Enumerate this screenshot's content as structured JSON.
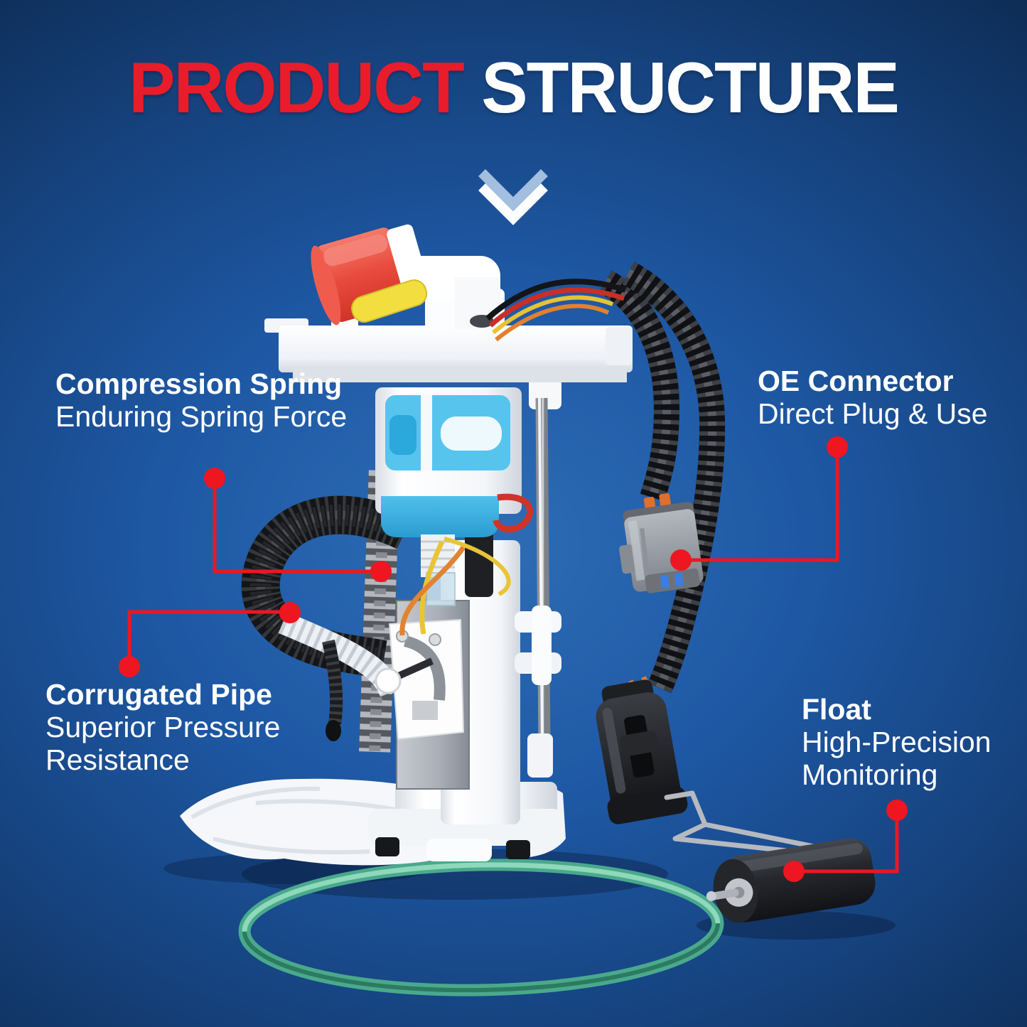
{
  "title": {
    "red": "PRODUCT",
    "white": "STRUCTURE"
  },
  "icons": {
    "hero": "double-chevron-down-icon"
  },
  "callouts": {
    "compression_spring": {
      "heading": "Compression Spring",
      "subtext": "Enduring Spring Force"
    },
    "oe_connector": {
      "heading": "OE Connector",
      "subtext": "Direct Plug & Use"
    },
    "corrugated_pipe": {
      "heading": "Corrugated Pipe",
      "subtext": "Superior Pressure Resistance"
    },
    "float": {
      "heading": "Float",
      "subtext": "High-Precision Monitoring"
    }
  },
  "colors": {
    "accent_red": "#e81c2a",
    "callout_line_red": "#ee1621",
    "background_blue": "#1e58a4",
    "background_navy": "#0c294f",
    "pump_window_blue": "#57c4ee",
    "oring_green": "#4aa98c"
  }
}
